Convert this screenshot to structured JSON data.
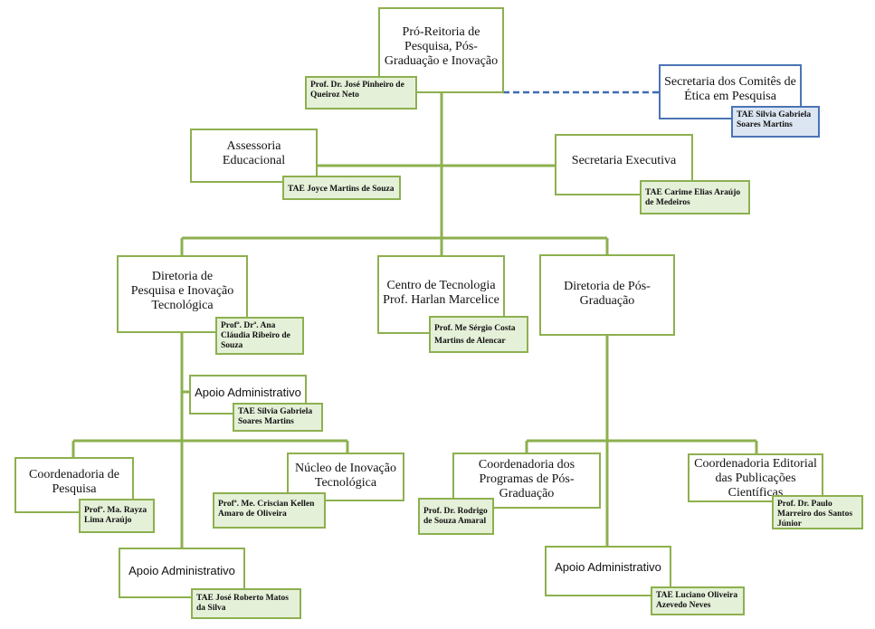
{
  "units": {
    "pro_reitoria": {
      "title": "Pró-Reitoria de Pesquisa, Pós-Graduação e Inovação",
      "person": "Prof. Dr. José Pinheiro de Queiroz Neto"
    },
    "secretaria_comites": {
      "title": "Secretaria dos Comitês de Ética em Pesquisa",
      "person": "TAE Silvia Gabriela Soares Martins"
    },
    "assessoria": {
      "title": "Assessoria Educacional",
      "person": "TAE Joyce Martins de Souza"
    },
    "secretaria_executiva": {
      "title": "Secretaria Executiva",
      "person": "TAE Carime Elias Araújo de Medeiros"
    },
    "diretoria_pesquisa": {
      "title": "Diretoria de Pesquisa e Inovação Tecnológica",
      "person": "Profª. Drª. Ana Cláudia Ribeiro de Souza"
    },
    "centro_tecnologia": {
      "title": "Centro de Tecnologia Prof. Harlan Marcelice",
      "person": "Prof. Me Sérgio Costa Martins de Alencar"
    },
    "diretoria_pos": {
      "title": "Diretoria de Pós-Graduação"
    },
    "apoio_1": {
      "title": "Apoio Administrativo",
      "person": "TAE Silvia Gabriela Soares Martins"
    },
    "coord_pesquisa": {
      "title": "Coordenadoria de Pesquisa",
      "person": "Profª. Ma. Rayza Lima Araújo"
    },
    "nucleo_inovacao": {
      "title": "Núcleo de Inovação Tecnológica",
      "person": "Profª. Me. Criscian Kellen Amaro de Oliveira"
    },
    "apoio_2": {
      "title": "Apoio Administrativo",
      "person": "TAE José Roberto Matos da Silva"
    },
    "coord_programas": {
      "title": "Coordenadoria dos Programas de Pós-Graduação",
      "person": "Prof. Dr. Rodrigo de Souza Amaral"
    },
    "coord_editorial": {
      "title": "Coordenadoria Editorial das Publicações Científicas",
      "person": "Prof. Dr. Paulo Marreiro dos Santos Júnior"
    },
    "apoio_3": {
      "title": "Apoio Administrativo",
      "person": "TAE Luciano Oliveira Azevedo Neves"
    }
  },
  "colors": {
    "green_border": "#8db04f",
    "green_fill": "#e5f0d9",
    "blue_border": "#4a74b4",
    "blue_fill": "#dce6f2",
    "blue_dash": "#3f6bb3"
  }
}
